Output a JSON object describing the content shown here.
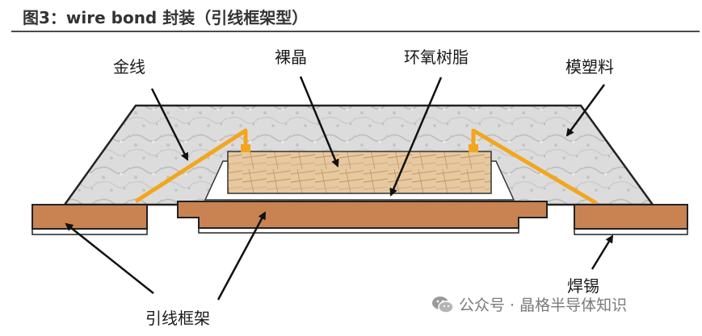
{
  "title": "图3：wire bond 封装（引线框架型）",
  "labels": {
    "gold_wire": "金线",
    "bare_die": "裸晶",
    "epoxy": "环氧树脂",
    "molding": "模塑料",
    "lead_frame": "引线框架",
    "solder": "焊锡"
  },
  "watermark": {
    "text": "公众号 · 晶格半导体知识",
    "icon": "wechat-icon"
  },
  "colors": {
    "lead_frame": "#c98252",
    "gold_wire": "#f2a61e",
    "molding": "#d9d9d9",
    "die": "#e2c39a",
    "outline": "#222222"
  }
}
